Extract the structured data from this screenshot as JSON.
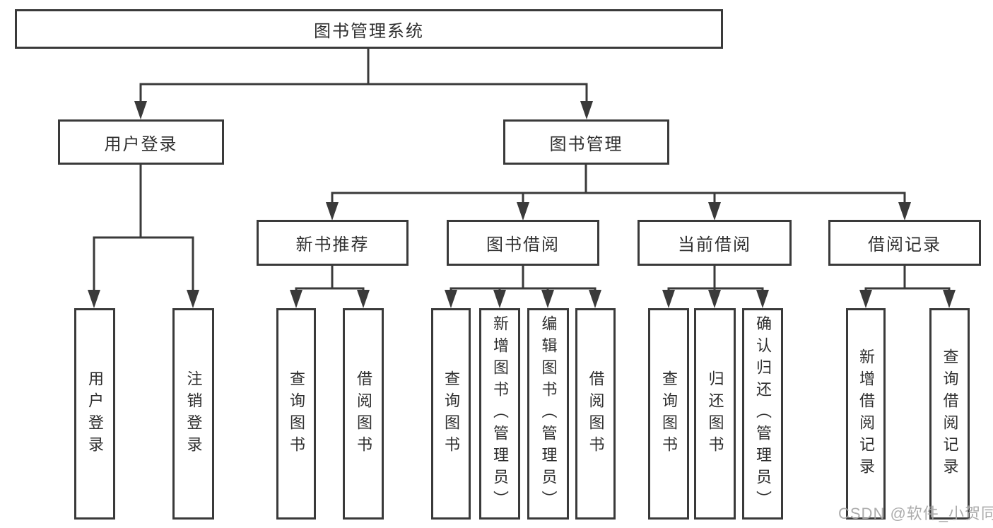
{
  "diagram_title": "图书管理系统",
  "tree": {
    "root": {
      "label": "图书管理系统",
      "children": [
        {
          "label": "用户登录",
          "children": [
            {
              "label": "用户登录"
            },
            {
              "label": "注销登录"
            }
          ]
        },
        {
          "label": "图书管理",
          "children": [
            {
              "label": "新书推荐",
              "children": [
                {
                  "label": "查询图书"
                },
                {
                  "label": "借阅图书"
                }
              ]
            },
            {
              "label": "图书借阅",
              "children": [
                {
                  "label": "查询图书"
                },
                {
                  "label": "新增图书（管理员）"
                },
                {
                  "label": "编辑图书（管理员）"
                },
                {
                  "label": "借阅图书"
                }
              ]
            },
            {
              "label": "当前借阅",
              "children": [
                {
                  "label": "查询图书"
                },
                {
                  "label": "归还图书"
                },
                {
                  "label": "确认归还（管理员）"
                }
              ]
            },
            {
              "label": "借阅记录",
              "children": [
                {
                  "label": "新增借阅记录"
                },
                {
                  "label": "查询借阅记录"
                }
              ]
            }
          ]
        }
      ]
    }
  },
  "watermark": {
    "text": "CSDN @软件_小贺同学"
  },
  "colors": {
    "line": "#3a3a3a",
    "text": "#2f2f2f",
    "watermark": "#a5a5a5",
    "background": "#ffffff"
  }
}
